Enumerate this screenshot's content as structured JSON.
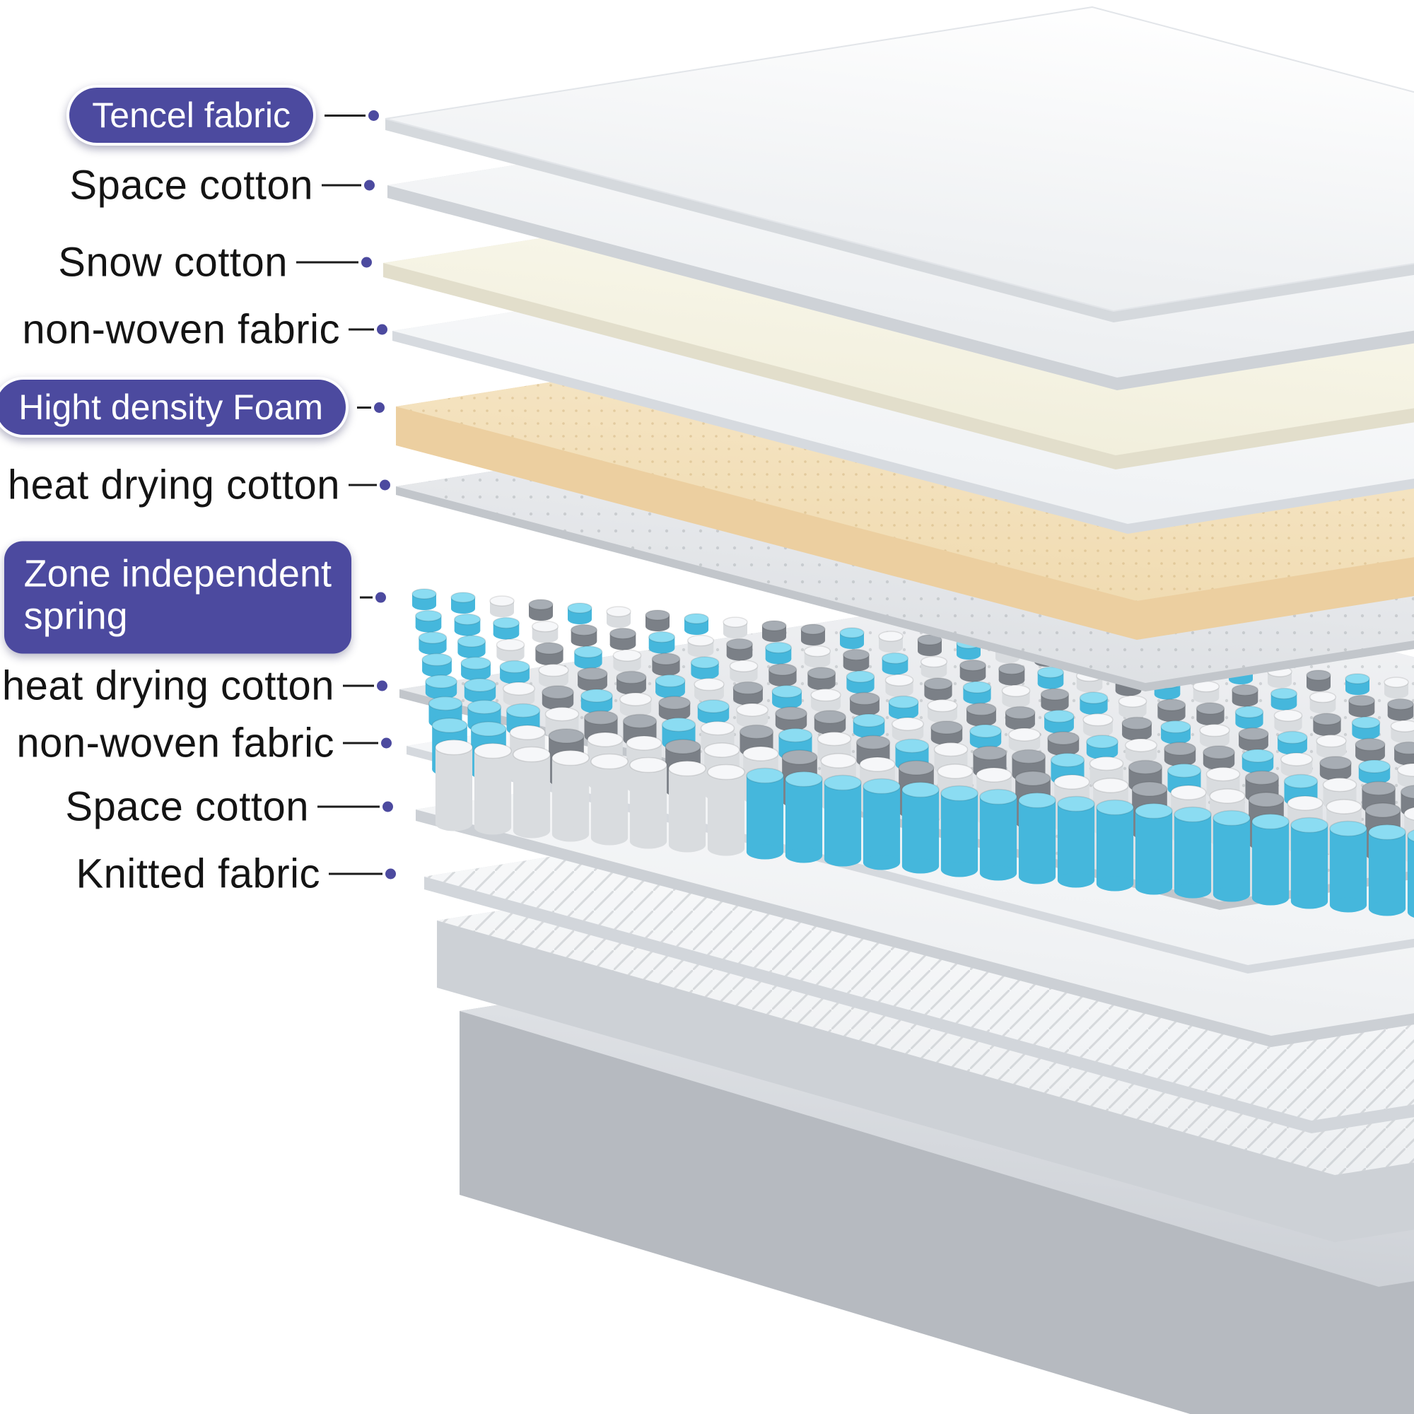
{
  "accent": "#4c4a9f",
  "labels": [
    {
      "text": "Tencel fabric",
      "style": "pill"
    },
    {
      "text": "Space cotton",
      "style": "plain"
    },
    {
      "text": "Snow cotton",
      "style": "plain"
    },
    {
      "text": "non-woven fabric",
      "style": "plain"
    },
    {
      "text": "Hight density Foam",
      "style": "pill"
    },
    {
      "text": "heat drying cotton",
      "style": "plain"
    },
    {
      "text": "Zone independent spring",
      "style": "box",
      "line1": "Zone independent",
      "line2": "spring"
    },
    {
      "text": "heat drying cotton",
      "style": "plain"
    },
    {
      "text": "non-woven fabric",
      "style": "plain"
    },
    {
      "text": "Space cotton",
      "style": "plain"
    },
    {
      "text": "Knitted fabric",
      "style": "plain"
    }
  ],
  "colors": {
    "spring_blue": "#45b7dc",
    "spring_blue_top": "#8bdcf2",
    "spring_white": "#d9dcdf",
    "spring_gray": "#7b8087",
    "foam": "#f7e7cb",
    "sheet_white": "#fbfcfd",
    "label_text": "#141414"
  }
}
